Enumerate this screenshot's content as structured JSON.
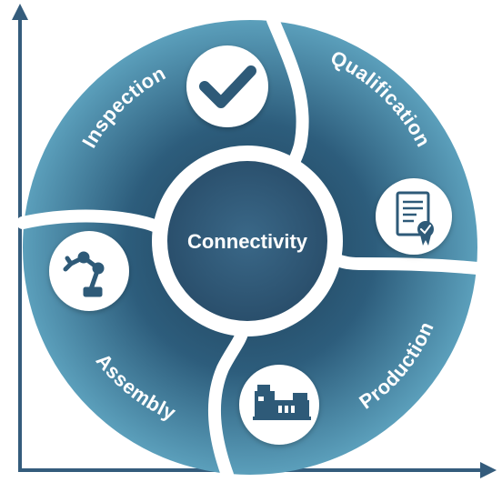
{
  "diagram": {
    "center": {
      "label": "Connectivity"
    },
    "segments": [
      {
        "id": "inspection",
        "label": "Inspection",
        "icon": "checkmark-icon"
      },
      {
        "id": "qualification",
        "label": "Qualification",
        "icon": "certificate-icon"
      },
      {
        "id": "production",
        "label": "Production",
        "icon": "machine-icon"
      },
      {
        "id": "assembly",
        "label": "Assembly",
        "icon": "robot-arm-icon"
      }
    ]
  },
  "colors": {
    "ring_light": "#5b9fbb",
    "ring_dark": "#234b64",
    "hub": "#325a7a",
    "axis": "#345c7c",
    "icon": "#2e5a78",
    "white": "#ffffff"
  }
}
